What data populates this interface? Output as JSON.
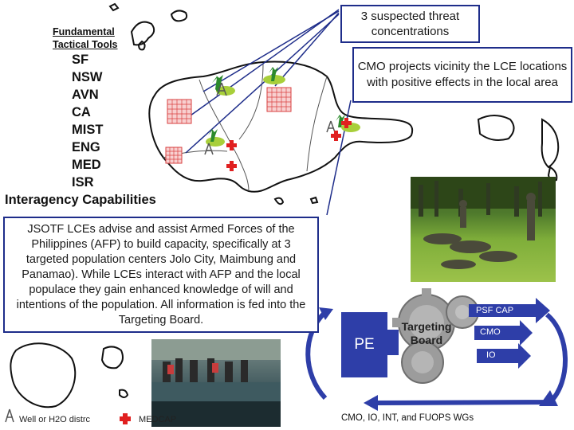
{
  "callouts": {
    "threat": "3 suspected threat concentrations",
    "cmo": "CMO projects vicinity the LCE locations with positive effects in the local area",
    "jsotf": "JSOTF LCEs advise and assist Armed Forces of the Philippines (AFP) to build capacity, specifically at 3 targeted population centers Jolo City, Maimbung and Panamao).  While LCEs interact with AFP and the local populace they gain enhanced knowledge of will and intentions of the population.  All information is fed into the Targeting Board."
  },
  "tools": {
    "heading_line1": "Fundamental",
    "heading_line2": "Tactical Tools",
    "items": [
      "SF",
      "NSW",
      "AVN",
      "CA",
      "MIST",
      "ENG",
      "MED",
      "ISR"
    ],
    "footer": "Interagency Capabilities"
  },
  "diagram": {
    "pe": "PE",
    "gear_line1": "Targeting",
    "gear_line2": "Board",
    "arrows": [
      "PSF CAP",
      "CMO",
      "IO"
    ],
    "working_groups": "CMO, IO, INT, and FUOPS WGs"
  },
  "legend": {
    "well": "Well or H2O distrc",
    "medcap": "MEDCAP"
  },
  "colors": {
    "box_border": "#1e2d8a",
    "diagram_blue": "#2e3ea8",
    "medcap_red": "#e02020",
    "target_grid": "#d94040"
  },
  "icons": [
    "well-icon",
    "medcap-cross-icon",
    "palm-tree-icon",
    "gear-icon",
    "target-grid-icon"
  ]
}
